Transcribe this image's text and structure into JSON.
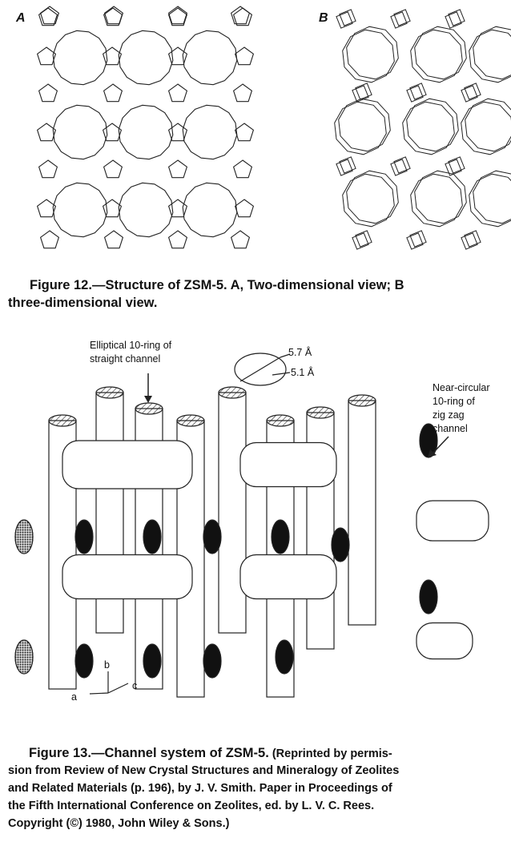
{
  "figure12": {
    "panel_a_label": "A",
    "panel_b_label": "B",
    "caption_line1": "Figure 12.—Structure of ZSM-5. A, Two-dimensional view; B",
    "caption_line2": "three-dimensional view."
  },
  "figure13": {
    "label_elliptical_line1": "Elliptical 10-ring of",
    "label_elliptical_line2": "straight channel",
    "dim_major": "5.7 Å",
    "dim_minor": "5.1 Å",
    "label_near_circular_line1": "Near-circular",
    "label_near_circular_line2": "10-ring of",
    "label_near_circular_line3": "zig zag",
    "label_near_circular_line4": "channel",
    "axis_a": "a",
    "axis_b": "b",
    "axis_c": "c",
    "caption_lead": "Figure 13.—Channel system of ZSM-5.",
    "caption_rest_line1": " (Reprinted by permis-",
    "caption_line2": "sion from Review of New Crystal Structures and Mineralogy of Zeolites",
    "caption_line3": "and Related Materials (p. 196), by J. V. Smith. Paper in Proceedings of",
    "caption_line4": "the Fifth International Conference on Zeolites, ed. by L. V. C. Rees.",
    "caption_line5": "Copyright (©) 1980, John Wiley & Sons.)"
  }
}
